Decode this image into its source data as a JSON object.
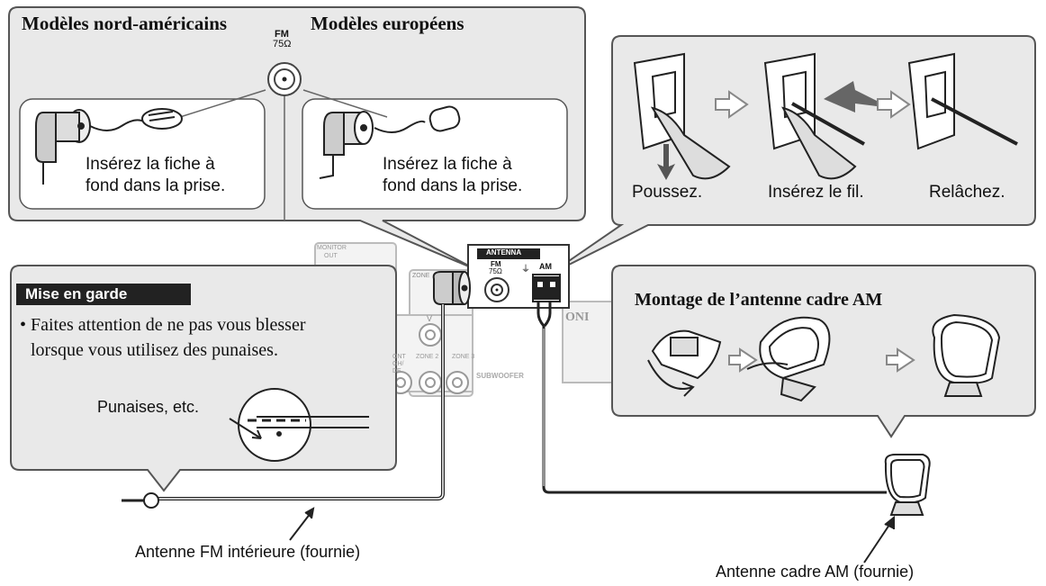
{
  "fm_panel": {
    "north_american_title": "Modèles nord-américains",
    "european_title": "Modèles européens",
    "fm_label": "FM",
    "fm_impedance": "75Ω",
    "north_american_instruction_line1": "Insérez la fiche à",
    "north_american_instruction_line2": "fond dans la prise.",
    "european_instruction_line1": "Insérez la fiche à",
    "european_instruction_line2": "fond dans la prise."
  },
  "am_steps_panel": {
    "step1": "Poussez.",
    "step2": "Insérez le fil.",
    "step3": "Relâchez."
  },
  "caution_panel": {
    "badge": "Mise en garde",
    "bullet": "•",
    "line1": "Faites attention de ne pas vous blesser",
    "line2": "lorsque vous utilisez des punaises.",
    "pins_label": "Punaises, etc."
  },
  "am_assembly_panel": {
    "title": "Montage de l’antenne cadre AM"
  },
  "receiver_panel": {
    "antenna_label": "ANTENNA",
    "fm_label": "FM",
    "fm_impedance": "75Ω",
    "am_label": "AM",
    "ground_symbol": "⏚",
    "zone_label": "ZONE",
    "zone2_label": "ZONE 2",
    "zone3_label": "ZONE 3",
    "subwoofer_label": "SUBWOOFER",
    "monitor_out_line1": "MONITOR",
    "monitor_out_line2": "OUT",
    "v_label": "V",
    "front_line1": "ONT",
    "front_line2": "GH/",
    "front_line3": "DE",
    "brand_fragment": "ONI"
  },
  "captions": {
    "fm_antenna": "Antenne FM intérieure (fournie)",
    "am_antenna": "Antenne cadre AM (fournie)"
  }
}
